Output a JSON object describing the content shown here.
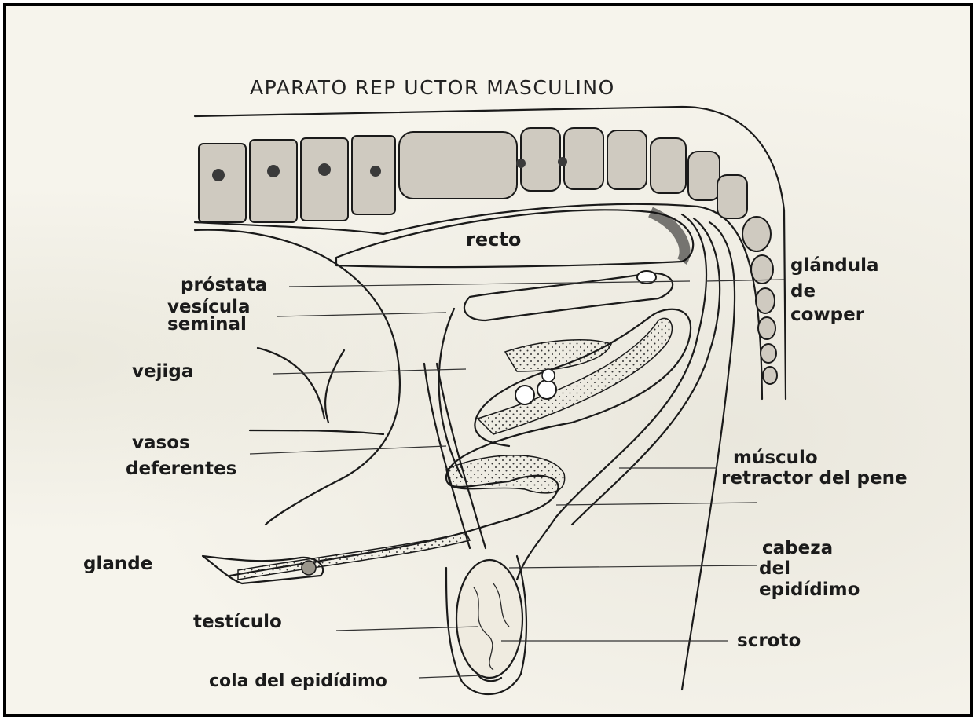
{
  "title": "APARATO REP  UCTOR MASCULINO",
  "labels": {
    "recto": "recto",
    "prostata": "próstata",
    "vesicula_1": "vesícula",
    "vesicula_2": "seminal",
    "vejiga": "vejiga",
    "vasos_1": "vasos",
    "vasos_2": "deferentes",
    "glande": "glande",
    "testiculo": "testículo",
    "cola": "cola del epidídimo",
    "cowper_1": "glándula",
    "cowper_2": "de",
    "cowper_3": "cowper",
    "musculo_1": "músculo",
    "musculo_2": "retractor del pene",
    "cabeza_1": "cabeza",
    "cabeza_2": "del",
    "cabeza_3": "epidídimo",
    "scroto": "scroto"
  },
  "colors": {
    "ink": "#1a1a1a",
    "paper": "#f6f4ec",
    "border": "#000000"
  }
}
